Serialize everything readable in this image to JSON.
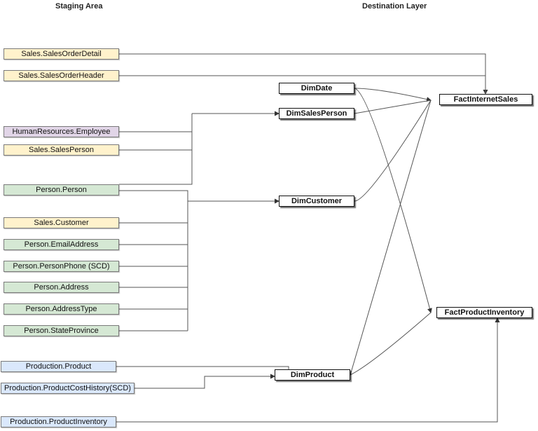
{
  "headers": {
    "staging": "Staging Area",
    "destination": "Destination Layer"
  },
  "colors": {
    "sales": "#fff2cc",
    "person": "#d5e8d4",
    "hr": "#e1d5e7",
    "production": "#dae8fc",
    "line": "#555555"
  },
  "staging": [
    {
      "id": "sod",
      "label": "Sales.SalesOrderDetail",
      "group": "sales"
    },
    {
      "id": "soh",
      "label": "Sales.SalesOrderHeader",
      "group": "sales"
    },
    {
      "id": "hre",
      "label": "HumanResources.Employee",
      "group": "hr"
    },
    {
      "id": "ssp",
      "label": "Sales.SalesPerson",
      "group": "sales"
    },
    {
      "id": "pp",
      "label": "Person.Person",
      "group": "person"
    },
    {
      "id": "sc",
      "label": "Sales.Customer",
      "group": "sales"
    },
    {
      "id": "pea",
      "label": "Person.EmailAddress",
      "group": "person"
    },
    {
      "id": "ppp",
      "label": "Person.PersonPhone (SCD)",
      "group": "person"
    },
    {
      "id": "pa",
      "label": "Person.Address",
      "group": "person"
    },
    {
      "id": "pat",
      "label": "Person.AddressType",
      "group": "person"
    },
    {
      "id": "psp",
      "label": "Person.StateProvince",
      "group": "person"
    },
    {
      "id": "prp",
      "label": "Production.Product",
      "group": "production"
    },
    {
      "id": "ppch",
      "label": "Production.ProductCostHistory(SCD)",
      "group": "production"
    },
    {
      "id": "ppi",
      "label": "Production.ProductInventory",
      "group": "production"
    }
  ],
  "dimensions": [
    {
      "id": "dimdate",
      "label": "DimDate"
    },
    {
      "id": "dimsp",
      "label": "DimSalesPerson"
    },
    {
      "id": "dimcust",
      "label": "DimCustomer"
    },
    {
      "id": "dimprod",
      "label": "DimProduct"
    }
  ],
  "facts": [
    {
      "id": "fis",
      "label": "FactInternetSales"
    },
    {
      "id": "fpi",
      "label": "FactProductInventory"
    }
  ],
  "connections": [
    {
      "from": "sod",
      "to": "fis"
    },
    {
      "from": "soh",
      "to": "fis"
    },
    {
      "from": "hre",
      "to": "dimsp"
    },
    {
      "from": "ssp",
      "to": "dimsp"
    },
    {
      "from": "pp",
      "to": "dimsp"
    },
    {
      "from": "pp",
      "to": "dimcust"
    },
    {
      "from": "sc",
      "to": "dimcust"
    },
    {
      "from": "pea",
      "to": "dimcust"
    },
    {
      "from": "ppp",
      "to": "dimcust"
    },
    {
      "from": "pa",
      "to": "dimcust"
    },
    {
      "from": "pat",
      "to": "dimcust"
    },
    {
      "from": "psp",
      "to": "dimcust"
    },
    {
      "from": "prp",
      "to": "dimprod"
    },
    {
      "from": "ppch",
      "to": "dimprod"
    },
    {
      "from": "ppi",
      "to": "fpi"
    },
    {
      "from": "dimdate",
      "to": "fis"
    },
    {
      "from": "dimdate",
      "to": "fpi"
    },
    {
      "from": "dimsp",
      "to": "fis"
    },
    {
      "from": "dimcust",
      "to": "fis"
    },
    {
      "from": "dimprod",
      "to": "fis"
    },
    {
      "from": "dimprod",
      "to": "fpi"
    }
  ]
}
